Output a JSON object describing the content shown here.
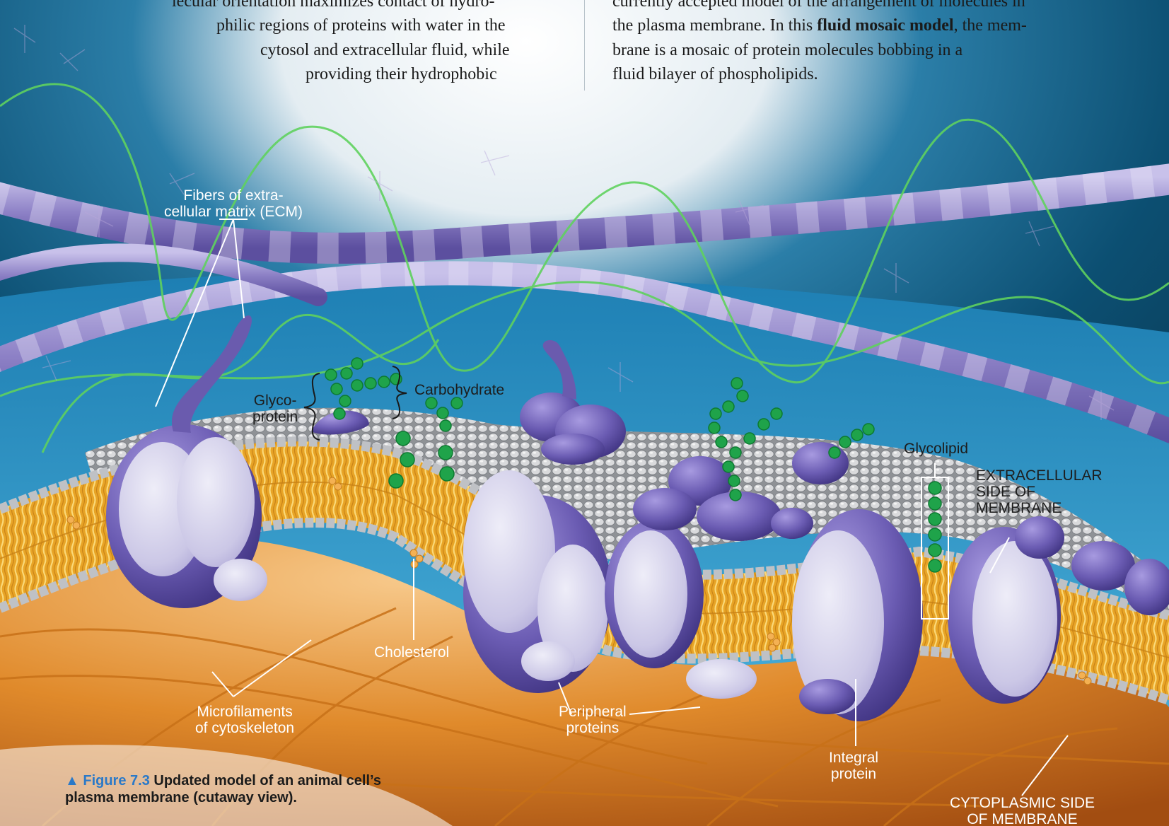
{
  "left_text": {
    "lines": [
      "lecular orientation maximizes contact of hydro-",
      "philic regions of proteins with water in the",
      "cytosol and extracellular fluid, while",
      "providing their hydrophobic"
    ]
  },
  "right_text": {
    "line1": "currently accepted model of the arrangement of molecules in",
    "line2_pre": "the plasma membrane. In this ",
    "line2_bold": "fluid mosaic model",
    "line2_post": ", the mem-",
    "line3": "brane is a mosaic of protein molecules bobbing in a",
    "line4": "fluid bilayer of phospholipids."
  },
  "labels": {
    "ecm_line1": "Fibers of extra-",
    "ecm_line2": "cellular matrix (ECM)",
    "glyco_line1": "Glyco-",
    "glyco_line2": "protein",
    "carbohydrate": "Carbohydrate",
    "glycolipid": "Glycolipid",
    "extracellular_line1": "EXTRACELLULAR",
    "extracellular_line2": "SIDE OF",
    "extracellular_line3": "MEMBRANE",
    "cholesterol": "Cholesterol",
    "microfilaments_line1": "Microfilaments",
    "microfilaments_line2": "of cytoskeleton",
    "peripheral_line1": "Peripheral",
    "peripheral_line2": "proteins",
    "integral_line1": "Integral",
    "integral_line2": "protein",
    "cytoplasmic_line1": "CYTOPLASMIC SIDE",
    "cytoplasmic_line2": "OF MEMBRANE"
  },
  "caption": {
    "figure": "▲ Figure 7.3",
    "line1": "Updated model of an animal cell’s",
    "line2": "plasma membrane (cutaway view)."
  },
  "colors": {
    "ecm_fiber": "#9a8fcc",
    "protein": "#6e5fb5",
    "protein_light": "#cfcbe8",
    "carbohydrate": "#1fa34a",
    "lipid_tail": "#f1b935",
    "phospholipid_head": "#d7d7d7",
    "cytoplasm": "#e7902d",
    "extracellular": "#3aa3d4",
    "figure_accent": "#2a79c8"
  }
}
